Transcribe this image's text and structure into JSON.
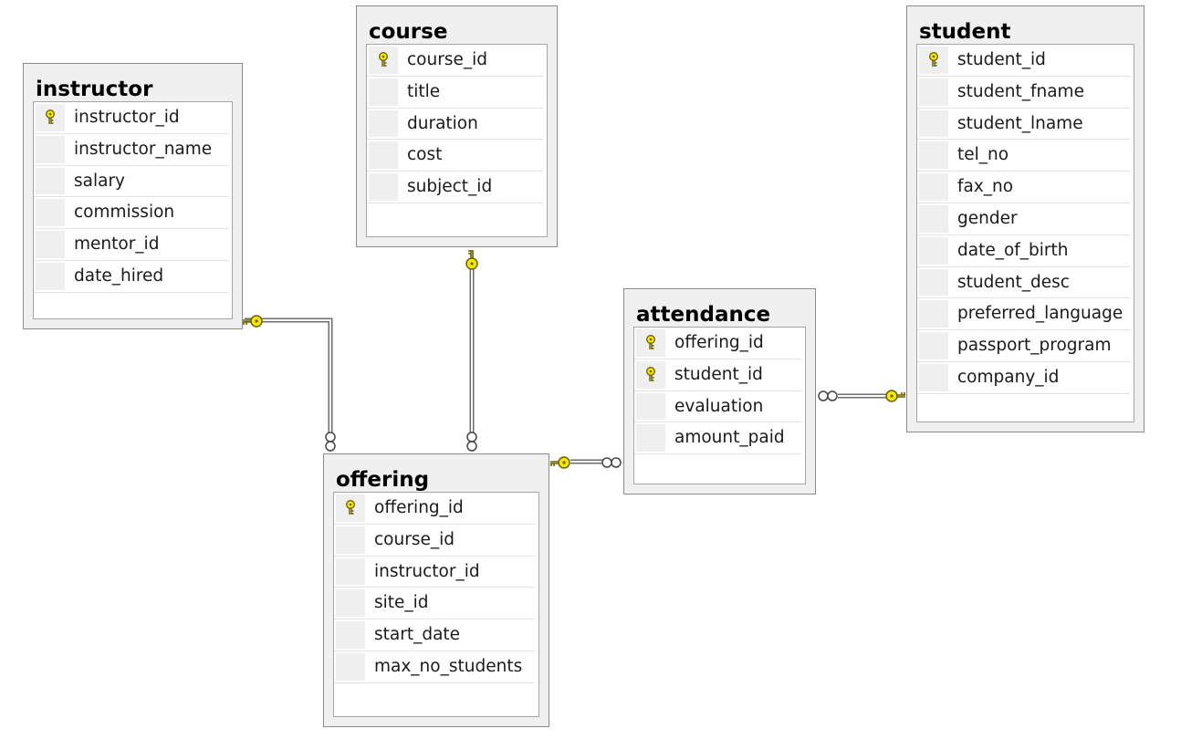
{
  "diagram": {
    "tables": {
      "instructor": {
        "title": "instructor",
        "columns": [
          {
            "name": "instructor_id",
            "key": true
          },
          {
            "name": "instructor_name",
            "key": false
          },
          {
            "name": "salary",
            "key": false
          },
          {
            "name": "commission",
            "key": false
          },
          {
            "name": "mentor_id",
            "key": false
          },
          {
            "name": "date_hired",
            "key": false
          }
        ]
      },
      "course": {
        "title": "course",
        "columns": [
          {
            "name": "course_id",
            "key": true
          },
          {
            "name": "title",
            "key": false
          },
          {
            "name": "duration",
            "key": false
          },
          {
            "name": "cost",
            "key": false
          },
          {
            "name": "subject_id",
            "key": false
          }
        ]
      },
      "student": {
        "title": "student",
        "columns": [
          {
            "name": "student_id",
            "key": true
          },
          {
            "name": "student_fname",
            "key": false
          },
          {
            "name": "student_lname",
            "key": false
          },
          {
            "name": "tel_no",
            "key": false
          },
          {
            "name": "fax_no",
            "key": false
          },
          {
            "name": "gender",
            "key": false
          },
          {
            "name": "date_of_birth",
            "key": false
          },
          {
            "name": "student_desc",
            "key": false
          },
          {
            "name": "preferred_language",
            "key": false
          },
          {
            "name": "passport_program",
            "key": false
          },
          {
            "name": "company_id",
            "key": false
          }
        ]
      },
      "attendance": {
        "title": "attendance",
        "columns": [
          {
            "name": "offering_id",
            "key": true
          },
          {
            "name": "student_id",
            "key": true
          },
          {
            "name": "evaluation",
            "key": false
          },
          {
            "name": "amount_paid",
            "key": false
          }
        ]
      },
      "offering": {
        "title": "offering",
        "columns": [
          {
            "name": "offering_id",
            "key": true
          },
          {
            "name": "course_id",
            "key": false
          },
          {
            "name": "instructor_id",
            "key": false
          },
          {
            "name": "site_id",
            "key": false
          },
          {
            "name": "start_date",
            "key": false
          },
          {
            "name": "max_no_students",
            "key": false
          }
        ]
      }
    },
    "relationships": [
      {
        "name": "instructor-offering",
        "one": "instructor",
        "many": "offering"
      },
      {
        "name": "course-offering",
        "one": "course",
        "many": "offering"
      },
      {
        "name": "offering-attendance",
        "one": "offering",
        "many": "attendance"
      },
      {
        "name": "student-attendance",
        "one": "student",
        "many": "attendance"
      }
    ],
    "colors": {
      "key_fill": "#f3e600",
      "key_stroke": "#6b6000",
      "connector": "#6e6e6e"
    }
  }
}
